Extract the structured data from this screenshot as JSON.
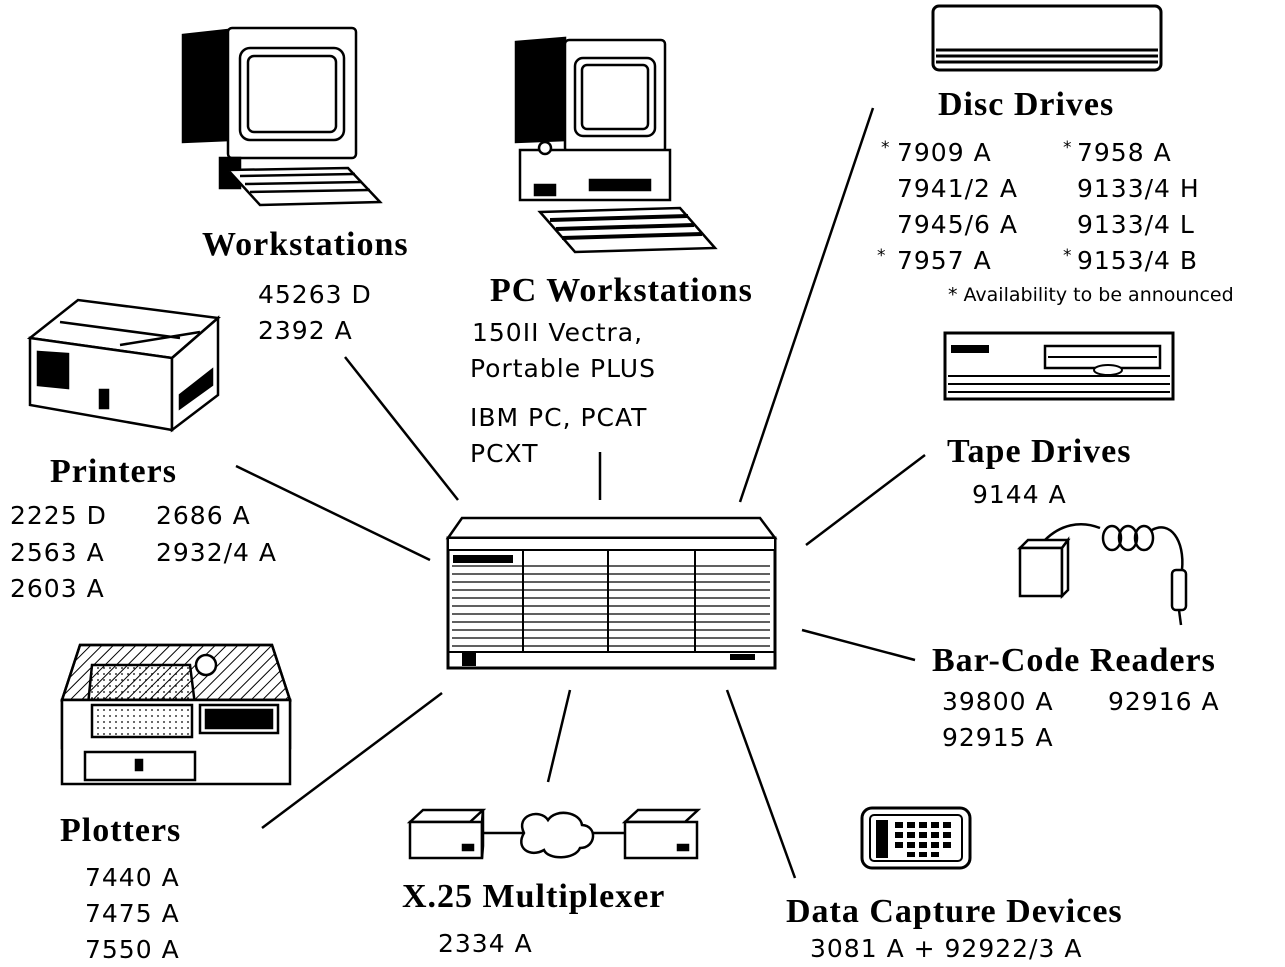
{
  "workstations": {
    "title": "Workstations",
    "models": [
      "45263 D",
      "2392 A"
    ]
  },
  "pc_workstations": {
    "title": "PC Workstations",
    "lines": [
      "150II Vectra,",
      "Portable PLUS",
      "IBM PC, PCAT",
      "PCXT"
    ]
  },
  "disc_drives": {
    "title": "Disc Drives",
    "models": [
      "7909 A",
      "7958 A",
      "7941/2 A",
      "9133/4 H",
      "7945/6 A",
      "9133/4 L",
      "7957 A",
      "9153/4 B"
    ],
    "marker": "*",
    "footnote": "* Availability to be announced"
  },
  "printers": {
    "title": "Printers",
    "models": [
      "2225 D",
      "2686 A",
      "2563 A",
      "2932/4 A",
      "2603 A"
    ]
  },
  "tape_drives": {
    "title": "Tape Drives",
    "models": [
      "9144 A"
    ]
  },
  "barcode_readers": {
    "title": "Bar-Code Readers",
    "models": [
      "39800 A",
      "92916 A",
      "92915 A"
    ]
  },
  "plotters": {
    "title": "Plotters",
    "models": [
      "7440 A",
      "7475 A",
      "7550 A"
    ]
  },
  "multiplexer": {
    "title": "X.25 Multiplexer",
    "models": [
      "2334 A"
    ]
  },
  "data_capture": {
    "title": "Data Capture Devices",
    "models": [
      "3081 A + 92922/3 A"
    ]
  }
}
